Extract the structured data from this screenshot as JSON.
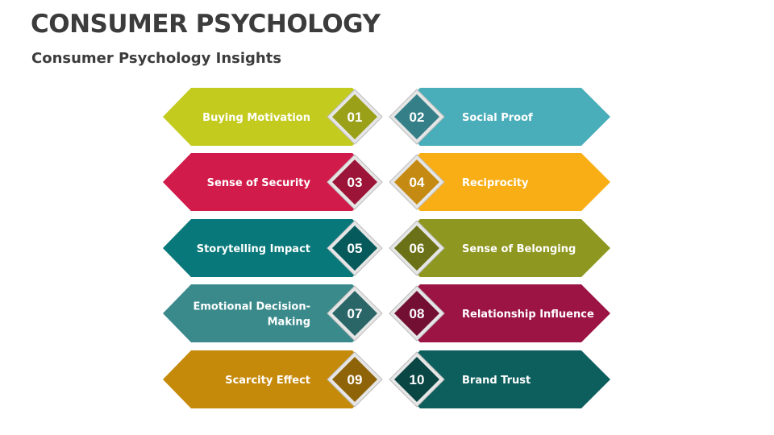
{
  "title": "CONSUMER PSYCHOLOGY",
  "subtitle": "Consumer Psychology Insights",
  "items": [
    {
      "number": "01",
      "label": "Buying Motivation",
      "color": "#c4cb1f",
      "dark": "#9aa018"
    },
    {
      "number": "02",
      "label": "Social Proof",
      "color": "#4aaeba",
      "dark": "#357f88"
    },
    {
      "number": "03",
      "label": "Sense of Security",
      "color": "#d11b4a",
      "dark": "#9c1437"
    },
    {
      "number": "04",
      "label": "Reciprocity",
      "color": "#f9ae15",
      "dark": "#c48a12"
    },
    {
      "number": "05",
      "label": "Storytelling Impact",
      "color": "#08787a",
      "dark": "#065a5c"
    },
    {
      "number": "06",
      "label": "Sense of Belonging",
      "color": "#8e971f",
      "dark": "#6a7117"
    },
    {
      "number": "07",
      "label": "Emotional Decision-Making",
      "lines": [
        "Emotional Decision-",
        "Making"
      ],
      "color": "#3a8a8c",
      "dark": "#2a6668"
    },
    {
      "number": "08",
      "label": "Relationship Influence",
      "color": "#9c1444",
      "dark": "#730f32"
    },
    {
      "number": "09",
      "label": "Scarcity Effect",
      "color": "#c68a0b",
      "dark": "#8f6408"
    },
    {
      "number": "10",
      "label": "Brand Trust",
      "color": "#0d5f5d",
      "dark": "#094644"
    }
  ]
}
